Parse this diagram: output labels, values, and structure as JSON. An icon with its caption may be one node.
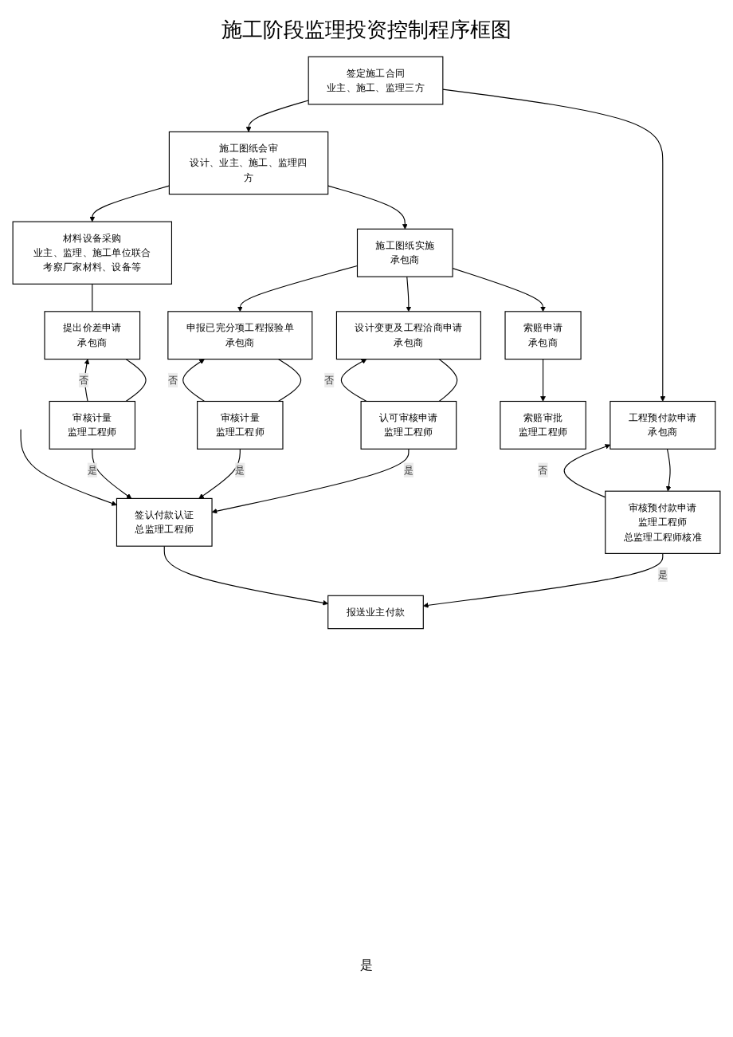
{
  "diagram": {
    "title": "施工阶段监理投资控制程序框图",
    "nodes": [
      {
        "text": [
          "签定施工合同",
          "业主、施工、监理三方"
        ]
      },
      {
        "text": [
          "施工图纸会审",
          "设计、业主、施工、监理四方"
        ]
      },
      {
        "text": [
          "工程预付款申请",
          "承包商"
        ]
      },
      {
        "text": [
          "施工图纸实施",
          "承包商"
        ]
      },
      {
        "text": [
          "材料设备采购",
          "业主、监理、施工单位联合考察厂家材料、设备等"
        ]
      },
      {
        "text": [
          "审核预付款申请",
          "监理工程师",
          "总监理工程师核准"
        ]
      },
      {
        "text": [
          "设计变更及工程洽商申请",
          "承包商"
        ]
      },
      {
        "text": [
          "申报已完分项工程报验单",
          "承包商"
        ]
      },
      {
        "text": [
          "提出价差申请",
          "承包商"
        ]
      },
      {
        "text": [
          "认可审核申请",
          "监理工程师"
        ]
      },
      {
        "text": [
          "审核计量",
          "监理工程师"
        ]
      },
      {
        "text": [
          "审核计量",
          "监理工程师"
        ]
      },
      {
        "text": [
          "签认付款认证",
          "总监理工程师"
        ]
      },
      {
        "text": [
          "索赔申请",
          "承包商"
        ]
      },
      {
        "text": [
          "索赔审批",
          "监理工程师"
        ]
      },
      {
        "text": [
          "报送业主付款"
        ]
      }
    ],
    "edges": [
      {
        "from": 0,
        "to": 1,
        "arrow": "to"
      },
      {
        "from": 0,
        "to": 2,
        "arrow": "to"
      },
      {
        "from": 1,
        "to": 3,
        "arrow": "to"
      },
      {
        "from": 1,
        "to": 4,
        "arrow": "to"
      },
      {
        "from": 2,
        "to": 5,
        "arrow": "to"
      },
      {
        "from": 5,
        "to": 2,
        "arrow": "to",
        "label": "否"
      },
      {
        "from": 3,
        "to": 6,
        "arrow": "to"
      },
      {
        "from": 3,
        "to": 7,
        "arrow": "to"
      },
      {
        "from": 3,
        "to": 13,
        "arrow": "to"
      },
      {
        "from": 4,
        "to": 8,
        "arrow": "none"
      },
      {
        "from": 6,
        "to": 9,
        "arrow": "none"
      },
      {
        "from": 9,
        "to": 6,
        "arrow": "to",
        "label": "否"
      },
      {
        "from": 7,
        "to": 10,
        "arrow": "none"
      },
      {
        "from": 10,
        "to": 7,
        "arrow": "to",
        "label": "否"
      },
      {
        "from": 8,
        "to": 11,
        "arrow": "none"
      },
      {
        "from": 11,
        "to": 8,
        "arrow": "to",
        "label": "否"
      },
      {
        "from": 9,
        "to": 12,
        "arrow": "to",
        "label": "是"
      },
      {
        "from": 10,
        "to": 12,
        "arrow": "to",
        "label": "是"
      },
      {
        "from": 11,
        "to": 12,
        "arrow": "to",
        "label": "是"
      },
      {
        "from": 5,
        "to": 15,
        "arrow": "to",
        "label": "是"
      },
      {
        "from": 13,
        "to": 14,
        "arrow": "to"
      },
      {
        "from": null,
        "to": 12,
        "arrow": "to"
      },
      {
        "from": 12,
        "to": 15,
        "arrow": "to"
      }
    ],
    "labels": [
      "是"
    ]
  }
}
